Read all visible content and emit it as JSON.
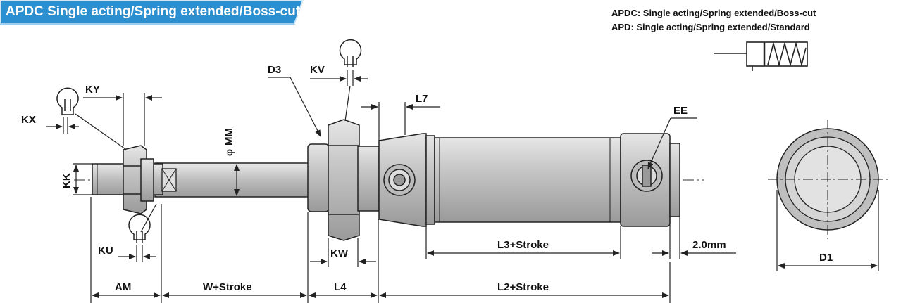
{
  "title": "APDC Single acting/Spring extended/Boss-cut",
  "legend": {
    "line1": "APDC: Single acting/Spring extended/Boss-cut",
    "line2": "APD: Single acting/Spring extended/Standard"
  },
  "colors": {
    "title_bg": "#2b8fd0",
    "title_border": "#d2e7f6",
    "body_fill": "#cfcfcf",
    "body_dark": "#a6a6a6",
    "line": "#222222"
  },
  "labels": {
    "KY": "KY",
    "KX": "KX",
    "KK": "KK",
    "KU": "KU",
    "AM": "AM",
    "MM": "MM",
    "phi": "φ",
    "D3": "D3",
    "KV": "KV",
    "L7": "L7",
    "EE": "EE",
    "KW": "KW",
    "L3": "L3+Stroke",
    "L2": "L2+Stroke",
    "W": "W+Stroke",
    "L4": "L4",
    "gap": "2.0mm",
    "D1": "D1"
  }
}
